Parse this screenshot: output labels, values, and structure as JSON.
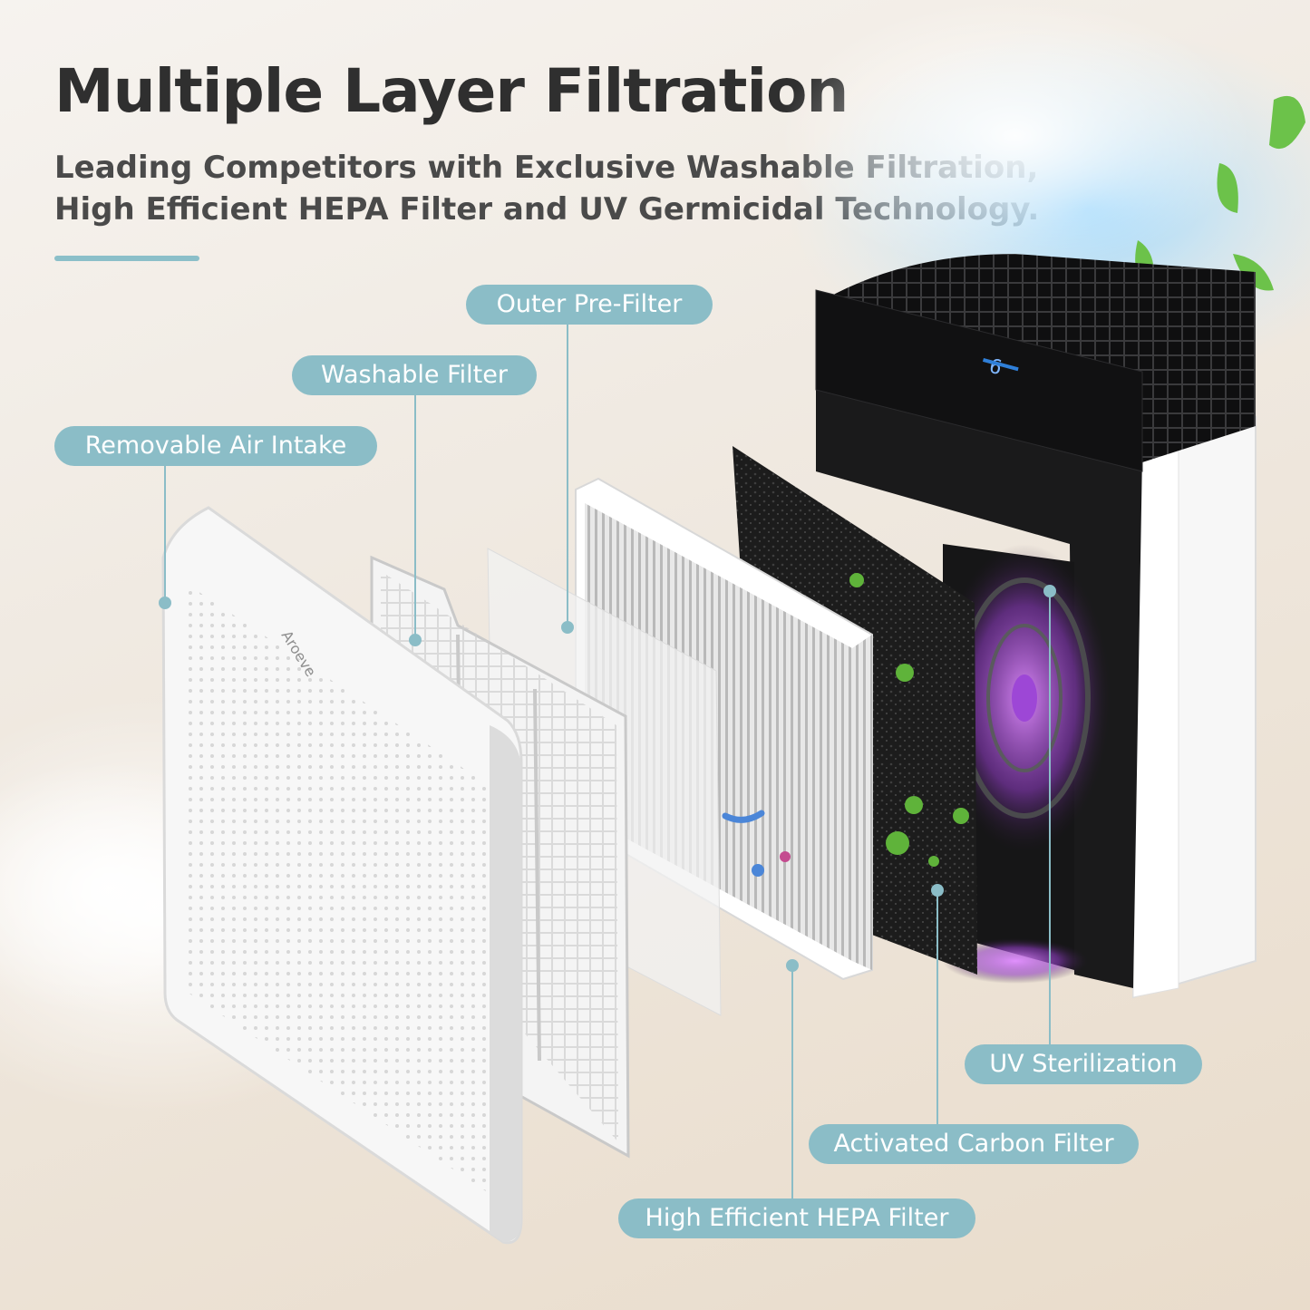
{
  "header": {
    "title": "Multiple Layer Filtration",
    "subtitle_line1": "Leading Competitors with Exclusive Washable Filtration,",
    "subtitle_line2": "High Efficient HEPA Filter and UV Germicidal Technology."
  },
  "labels": {
    "outer_prefilter": "Outer Pre-Filter",
    "washable_filter": "Washable Filter",
    "removable_air_intake": "Removable Air Intake",
    "uv_sterilization": "UV Sterilization",
    "activated_carbon_filter": "Activated Carbon Filter",
    "hepa_filter": "High Efficient HEPA Filter"
  },
  "colors": {
    "label_pill": "#8bbdc7",
    "leader_line": "#8bbdc7",
    "title_text": "#2f2f2f",
    "uv_glow": "#b04ee0",
    "leaf": "#6cc24a"
  }
}
